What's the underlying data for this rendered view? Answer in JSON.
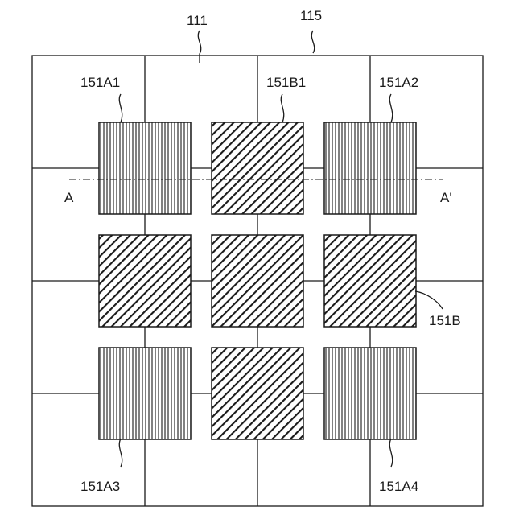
{
  "figure": {
    "labels": {
      "substrate": "111",
      "grid": "115",
      "pad_a1": "151A1",
      "pad_b1": "151B1",
      "pad_a2": "151A2",
      "pad_b": "151B",
      "pad_a3": "151A3",
      "pad_a4": "151A4",
      "section_start": "A",
      "section_end": "A'"
    },
    "pads": [
      {
        "row": 1,
        "col": 1,
        "pattern": "vertical"
      },
      {
        "row": 1,
        "col": 2,
        "pattern": "diagonal"
      },
      {
        "row": 1,
        "col": 3,
        "pattern": "vertical"
      },
      {
        "row": 2,
        "col": 1,
        "pattern": "diagonal"
      },
      {
        "row": 2,
        "col": 2,
        "pattern": "diagonal"
      },
      {
        "row": 2,
        "col": 3,
        "pattern": "diagonal"
      },
      {
        "row": 3,
        "col": 1,
        "pattern": "vertical"
      },
      {
        "row": 3,
        "col": 2,
        "pattern": "diagonal"
      },
      {
        "row": 3,
        "col": 3,
        "pattern": "vertical"
      }
    ],
    "colors": {
      "ink": "#1a1a1a",
      "background": "#ffffff"
    }
  }
}
